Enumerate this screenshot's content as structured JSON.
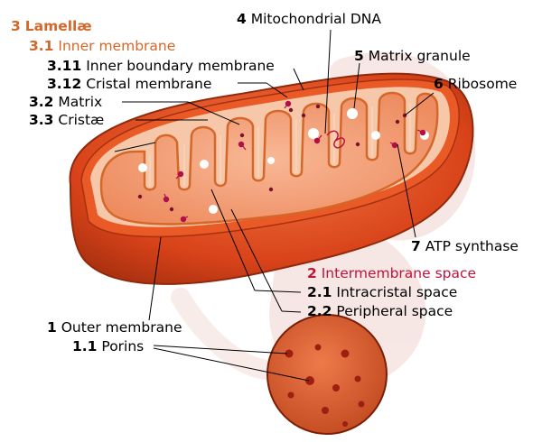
{
  "colors": {
    "outer_membrane": "#d9431a",
    "inner_body": "#f0946a",
    "inner_fill": "#f6b28e",
    "lamellae_label": "#d4682a",
    "intermembrane_label": "#c0143c",
    "granule": "#ffffff",
    "ribosome": "#7a1030",
    "atp_synthase": "#b0104a",
    "ghost": "#f2d6d0"
  },
  "labels": {
    "lamellae": {
      "num": "3",
      "text": "Lamellæ"
    },
    "inner_membrane": {
      "num": "3.1",
      "text": "Inner membrane"
    },
    "inner_boundary_membrane": {
      "num": "3.11",
      "text": "Inner boundary membrane"
    },
    "cristal_membrane": {
      "num": "3.12",
      "text": "Cristal membrane"
    },
    "matrix": {
      "num": "3.2",
      "text": "Matrix"
    },
    "cristae": {
      "num": "3.3",
      "text": "Cristæ"
    },
    "mitochondrial_dna": {
      "num": "4",
      "text": "Mitochondrial DNA"
    },
    "matrix_granule": {
      "num": "5",
      "text": "Matrix granule"
    },
    "ribosome": {
      "num": "6",
      "text": "Ribosome"
    },
    "atp_synthase": {
      "num": "7",
      "text": "ATP synthase"
    },
    "intermembrane_space": {
      "num": "2",
      "text": "Intermembrane space"
    },
    "intracristal_space": {
      "num": "2.1",
      "text": "Intracristal space"
    },
    "peripheral_space": {
      "num": "2.2",
      "text": "Peripheral space"
    },
    "outer_membrane": {
      "num": "1",
      "text": "Outer membrane"
    },
    "porins": {
      "num": "1.1",
      "text": "Porins"
    }
  }
}
